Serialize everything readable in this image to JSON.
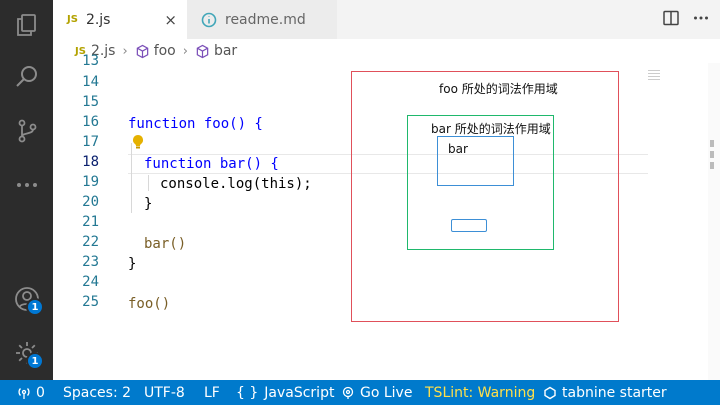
{
  "tabs": {
    "active": {
      "badge": "JS",
      "label": "2.js",
      "close": "×"
    },
    "inactive": {
      "label": "readme.md"
    }
  },
  "breadcrumb": {
    "file_badge": "JS",
    "file": "2.js",
    "items": [
      "foo",
      "bar"
    ],
    "separator": "›"
  },
  "editor": {
    "lines": [
      {
        "num": "13",
        "code": ""
      },
      {
        "num": "14",
        "code": ""
      },
      {
        "num": "15",
        "code": ""
      },
      {
        "num": "16",
        "code": "function foo() {"
      },
      {
        "num": "17",
        "code": ""
      },
      {
        "num": "18",
        "code": "function bar() {"
      },
      {
        "num": "19",
        "code": "console.log(this);"
      },
      {
        "num": "20",
        "code": "}"
      },
      {
        "num": "21",
        "code": ""
      },
      {
        "num": "22",
        "code": "bar()"
      },
      {
        "num": "23",
        "code": "}"
      },
      {
        "num": "24",
        "code": ""
      },
      {
        "num": "25",
        "code": "foo()"
      }
    ],
    "current_line": "18"
  },
  "annotations": {
    "outer_label": "foo 所处的词法作用域",
    "inner_label": "bar 所处的词法作用域",
    "box_label": "bar"
  },
  "activity": {
    "accounts_badge": "1",
    "settings_badge": "1"
  },
  "status": {
    "ports": "0",
    "spaces": "Spaces: 2",
    "encoding": "UTF-8",
    "eol": "LF",
    "language": "JavaScript",
    "live": "Go Live",
    "tslint": "TSLint: Warning",
    "tabnine": "tabnine starter"
  },
  "colors": {
    "status_bar": "#007acc",
    "activity_bar": "#2c2c2c",
    "scope_outer": "#e0505a",
    "scope_inner": "#1fb86c",
    "scope_box": "#3d8fd6",
    "warning": "#ffe04a"
  }
}
